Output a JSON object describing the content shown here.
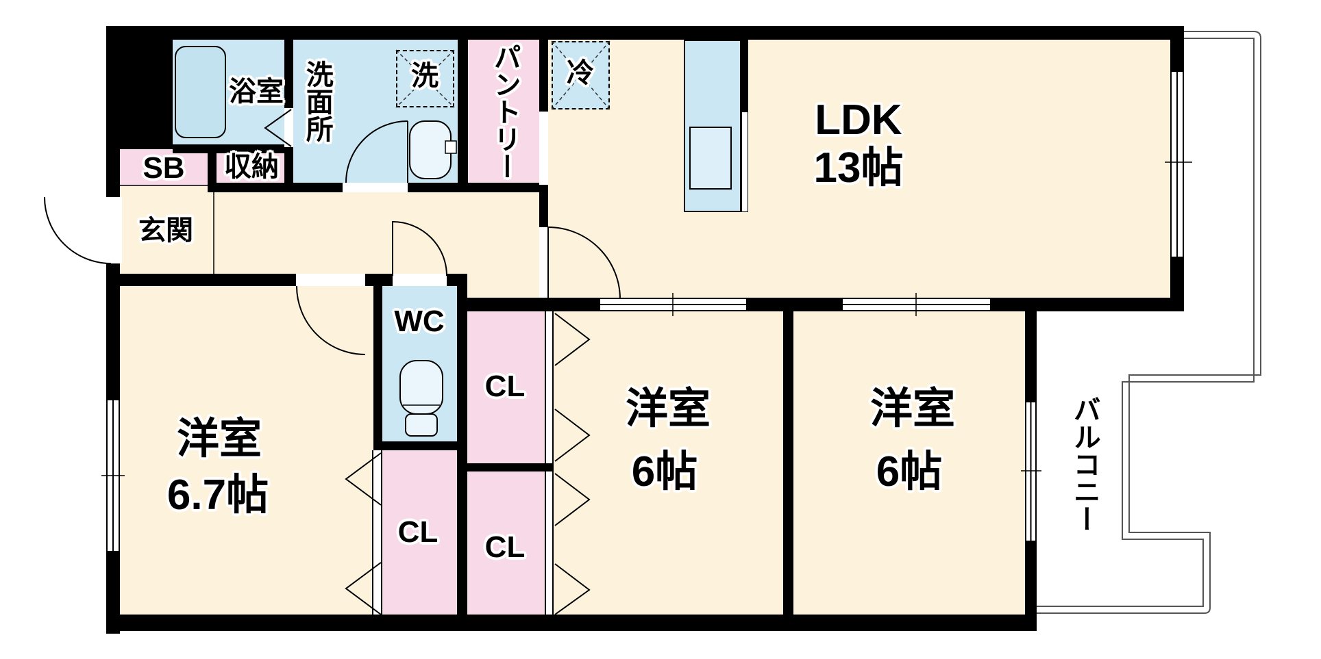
{
  "floor_plan": {
    "type": "apartment-madori",
    "rooms": {
      "ldk": {
        "name": "LDK",
        "size": "13帖"
      },
      "bedroom_left": {
        "name": "洋室",
        "size": "6.7帖"
      },
      "bedroom_middle": {
        "name": "洋室",
        "size": "6帖"
      },
      "bedroom_right": {
        "name": "洋室",
        "size": "6帖"
      },
      "bathroom": {
        "label": "浴室"
      },
      "washroom": {
        "label": "洗面所"
      },
      "washer_space": {
        "label": "洗"
      },
      "pantry": {
        "label": "パントリー"
      },
      "refrigerator_space": {
        "label": "冷"
      },
      "shoe_box": {
        "label": "SB"
      },
      "storage": {
        "label": "収納"
      },
      "entrance": {
        "label": "玄関"
      },
      "toilet": {
        "label": "WC"
      },
      "closet_1": {
        "label": "CL"
      },
      "closet_2": {
        "label": "CL"
      },
      "closet_3": {
        "label": "CL"
      },
      "balcony": {
        "label": "バルコニー"
      }
    },
    "colors": {
      "room_floor": "#fdf3dd",
      "wet_area": "#cbe7f3",
      "storage_area": "#f8d9e7",
      "wall": "#000000",
      "balcony_outline": "#555555"
    }
  }
}
